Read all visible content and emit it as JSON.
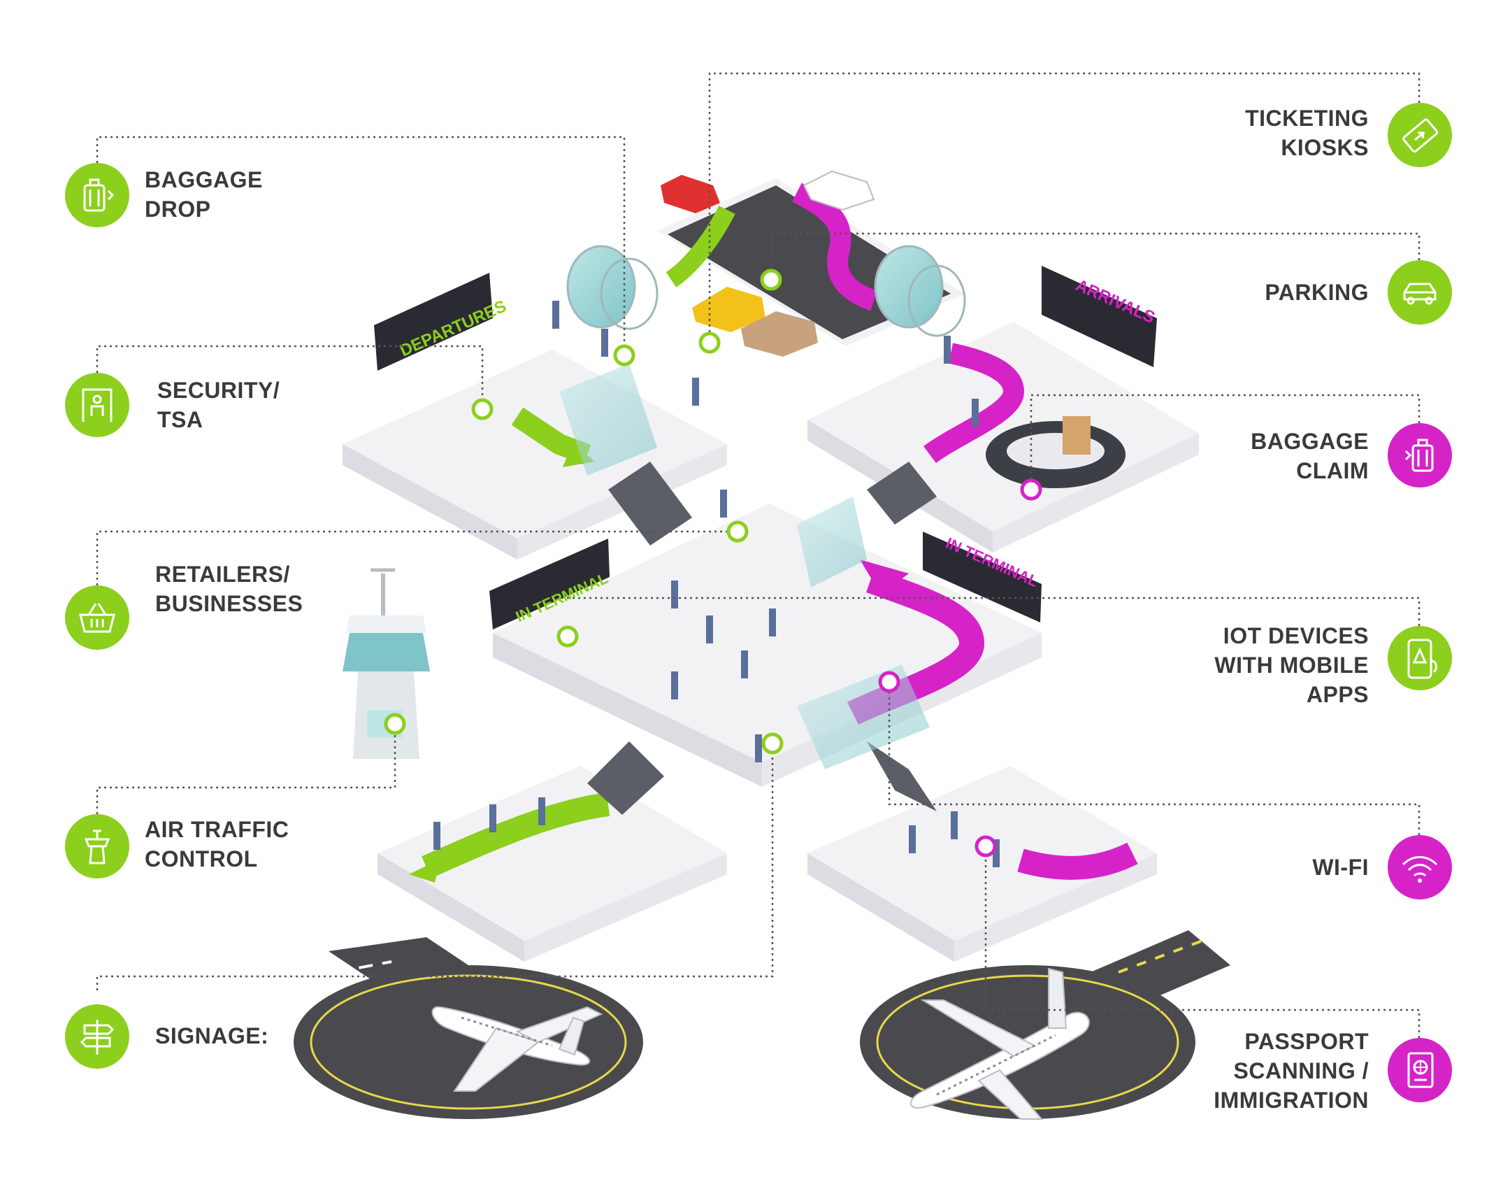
{
  "colors": {
    "green": "#8ccf1c",
    "magenta": "#d623c8",
    "label": "#3a3a3a",
    "floor": "#f2f2f4",
    "floor_edge": "#d9d9de",
    "asphalt": "#4a4a4e",
    "board": "#2a2a33"
  },
  "boards": {
    "departures": "DEPARTURES",
    "arrivals": "ARRIVALS",
    "in_terminal_left": "IN TERMINAL",
    "in_terminal_right": "IN TERMINAL"
  },
  "labels": [
    {
      "id": "baggage-drop",
      "lines": [
        "BAGGAGE",
        "DROP"
      ],
      "icon": "suitcase-icon",
      "color": "green",
      "side": "left"
    },
    {
      "id": "security-tsa",
      "lines": [
        "SECURITY/",
        "TSA"
      ],
      "icon": "security-scanner-icon",
      "color": "green",
      "side": "left"
    },
    {
      "id": "retailers-businesses",
      "lines": [
        "RETAILERS/",
        "BUSINESSES"
      ],
      "icon": "shopping-basket-icon",
      "color": "green",
      "side": "left"
    },
    {
      "id": "air-traffic-control",
      "lines": [
        "AIR TRAFFIC",
        "CONTROL"
      ],
      "icon": "control-tower-icon",
      "color": "green",
      "side": "left"
    },
    {
      "id": "signage",
      "lines": [
        "SIGNAGE:"
      ],
      "icon": "signpost-icon",
      "color": "green",
      "side": "left"
    },
    {
      "id": "ticketing-kiosks",
      "lines": [
        "TICKETING",
        "KIOSKS"
      ],
      "icon": "ticket-icon",
      "color": "green",
      "side": "right"
    },
    {
      "id": "parking",
      "lines": [
        "PARKING"
      ],
      "icon": "car-icon",
      "color": "green",
      "side": "right"
    },
    {
      "id": "baggage-claim",
      "lines": [
        "BAGGAGE",
        "CLAIM"
      ],
      "icon": "suitcase-icon",
      "color": "magenta",
      "side": "right"
    },
    {
      "id": "iot-devices",
      "lines": [
        "IOT DEVICES",
        "WITH MOBILE",
        "APPS"
      ],
      "icon": "smartphone-icon",
      "color": "green",
      "side": "right"
    },
    {
      "id": "wi-fi",
      "lines": [
        "WI-FI"
      ],
      "icon": "wifi-icon",
      "color": "magenta",
      "side": "right"
    },
    {
      "id": "passport-scanning",
      "lines": [
        "PASSPORT",
        "SCANNING /",
        "IMMIGRATION"
      ],
      "icon": "passport-icon",
      "color": "magenta",
      "side": "right"
    }
  ]
}
